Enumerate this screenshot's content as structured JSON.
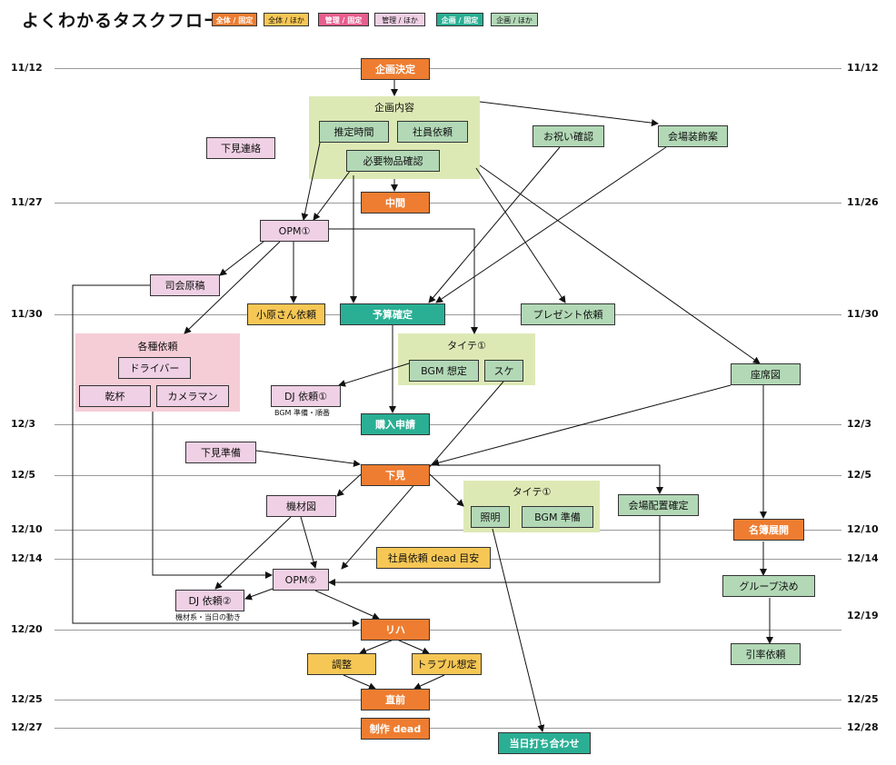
{
  "title": "よくわかるタスクフロー",
  "legend": [
    {
      "label": "全体 / 固定",
      "cls": "c-zf"
    },
    {
      "label": "全体 / ほか",
      "cls": "c-zo"
    },
    {
      "label": "管理 / 固定",
      "cls": "c-kf"
    },
    {
      "label": "管理 / ほか",
      "cls": "c-ko"
    },
    {
      "label": "企画 / 固定",
      "cls": "c-pf"
    },
    {
      "label": "企画 / ほか",
      "cls": "c-po"
    }
  ],
  "timeline": [
    {
      "left": "11/12",
      "right": "11/12"
    },
    {
      "left": "11/27",
      "right": "11/26"
    },
    {
      "left": "11/30",
      "right": "11/30"
    },
    {
      "left": "12/3",
      "right": "12/3"
    },
    {
      "left": "12/5",
      "right": "12/5"
    },
    {
      "left": "12/10",
      "right": "12/10"
    },
    {
      "left": "12/14",
      "right": "12/14"
    },
    {
      "left": "12/20",
      "right": "12/19"
    },
    {
      "left": "12/25",
      "right": "12/25"
    },
    {
      "left": "12/27",
      "right": "12/28"
    }
  ],
  "groups": {
    "kikaku": "企画内容",
    "kakushu": "各種依頼",
    "taite1": "タイテ①",
    "taite2": "タイテ①"
  },
  "nodes": {
    "kikaku_kettei": "企画決定",
    "suitei_jikan": "推定時間",
    "shain_irai": "社員依頼",
    "hitsuyou": "必要物品確認",
    "oiwai": "お祝い確認",
    "kaijou_soushoku": "会場装飾案",
    "shitami_renraku": "下見連絡",
    "chuukan": "中間",
    "opm1": "OPM①",
    "shikai": "司会原稿",
    "ohara": "小原さん依頼",
    "yosan": "予算確定",
    "present": "プレゼント依頼",
    "driver": "ドライバー",
    "kanpai": "乾杯",
    "cameraman": "カメラマン",
    "bgm_soutei": "BGM 想定",
    "suke": "スケ",
    "dj1": "DJ 依頼①",
    "zaseki": "座席図",
    "kounyuu": "購入申請",
    "shitami_junbi": "下見準備",
    "shitami": "下見",
    "kizaizu": "機材図",
    "shoumei": "照明",
    "bgm_junbi": "BGM 準備",
    "kaijou_haichi": "会場配置確定",
    "meibo": "名簿展開",
    "shain_dead": "社員依頼 dead 目安",
    "opm2": "OPM②",
    "dj2": "DJ 依頼②",
    "group_kime": "グループ決め",
    "riha": "リハ",
    "inritsu": "引率依頼",
    "chousei": "調整",
    "trouble": "トラブル想定",
    "chokuzen": "直前",
    "seisaku_dead": "制作 dead",
    "toujitsu": "当日打ち合わせ"
  },
  "notes": {
    "dj1_note": "BGM 準備・順番",
    "dj2_note": "機材系・当日の動き"
  }
}
